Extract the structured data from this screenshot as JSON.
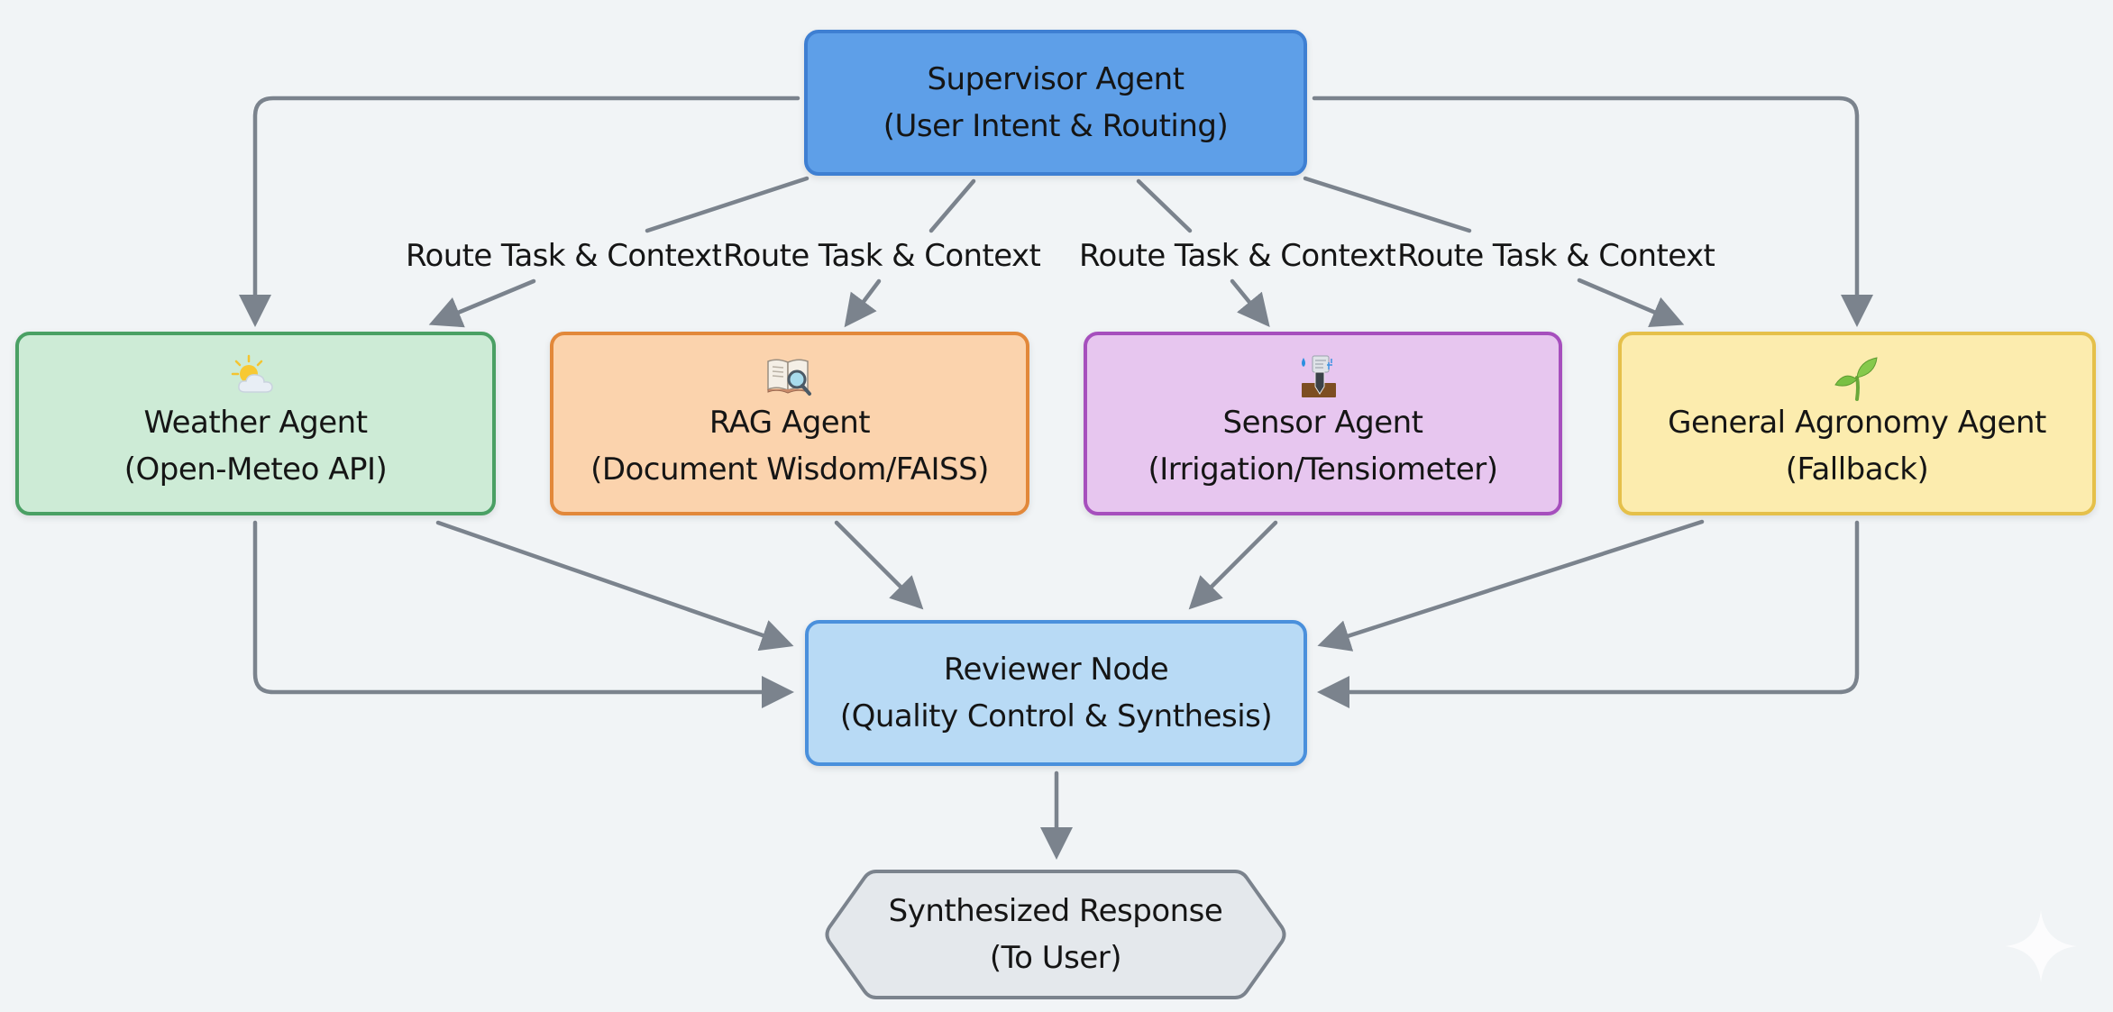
{
  "diagram": {
    "colors": {
      "background": "#f1f4f6",
      "edge": "#7b838d",
      "supervisor_fill": "#5e9fe8",
      "supervisor_border": "#3e7fd2",
      "weather_fill": "#cdebd6",
      "weather_border": "#4aa064",
      "rag_fill": "#fbd3ad",
      "rag_border": "#e2883a",
      "sensor_fill": "#e7c6ef",
      "sensor_border": "#a64fbd",
      "general_fill": "#fcecae",
      "general_border": "#e5c04a",
      "reviewer_fill": "#b8daf5",
      "reviewer_border": "#4a90dc",
      "response_fill": "#e4e8ec",
      "response_border": "#7b838d"
    },
    "nodes": {
      "supervisor": {
        "title": "Supervisor Agent",
        "subtitle": "(User Intent & Routing)"
      },
      "weather": {
        "icon": "sun-behind-cloud-icon",
        "glyph": "🌥️",
        "title": "Weather Agent",
        "subtitle": "(Open-Meteo API)"
      },
      "rag": {
        "icon": "book-magnifier-icon",
        "glyph": "📖",
        "title": "RAG Agent",
        "subtitle": "(Document Wisdom/FAISS)"
      },
      "sensor": {
        "icon": "tensiometer-sensor-icon",
        "glyph": "💧",
        "title": "Sensor Agent",
        "subtitle": "(Irrigation/Tensiometer)"
      },
      "general": {
        "icon": "seedling-icon",
        "glyph": "🌱",
        "title": "General Agronomy Agent",
        "subtitle": "(Fallback)"
      },
      "reviewer": {
        "title": "Reviewer Node",
        "subtitle": "(Quality Control & Synthesis)"
      },
      "response": {
        "title": "Synthesized Response",
        "subtitle": "(To User)"
      }
    },
    "edge_labels": [
      "Route Task & Context",
      "Route Task & Context",
      "Route Task & Context",
      "Route Task & Context"
    ],
    "edges": [
      {
        "from": "supervisor",
        "to": "weather",
        "label": null
      },
      {
        "from": "supervisor",
        "to": "weather",
        "label": "Route Task & Context"
      },
      {
        "from": "supervisor",
        "to": "rag",
        "label": "Route Task & Context"
      },
      {
        "from": "supervisor",
        "to": "sensor",
        "label": "Route Task & Context"
      },
      {
        "from": "supervisor",
        "to": "general",
        "label": "Route Task & Context"
      },
      {
        "from": "supervisor",
        "to": "general",
        "label": null
      },
      {
        "from": "weather",
        "to": "reviewer",
        "label": null
      },
      {
        "from": "weather",
        "to": "reviewer",
        "label": null
      },
      {
        "from": "rag",
        "to": "reviewer",
        "label": null
      },
      {
        "from": "sensor",
        "to": "reviewer",
        "label": null
      },
      {
        "from": "general",
        "to": "reviewer",
        "label": null
      },
      {
        "from": "general",
        "to": "reviewer",
        "label": null
      },
      {
        "from": "reviewer",
        "to": "response",
        "label": null
      }
    ]
  }
}
